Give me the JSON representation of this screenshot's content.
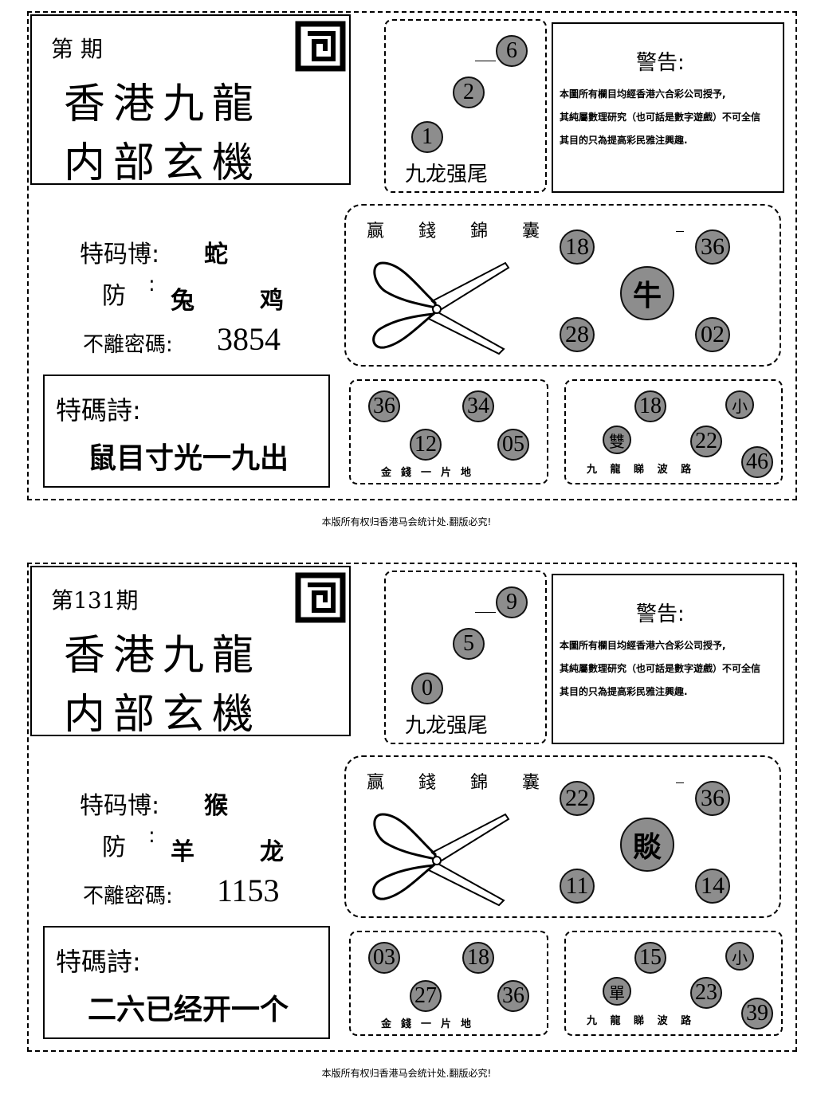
{
  "panels": [
    {
      "issue": "第  期",
      "title_line1": "香港九龍",
      "title_line2": "内部玄機",
      "tail": {
        "numbers": [
          "6",
          "2",
          "1"
        ],
        "label": "九龙强尾"
      },
      "warning": {
        "heading": "警告:",
        "lines": [
          "本圖所有欄目均經香港六合彩公司授予,",
          "其純屬數理研究（也可話是數字遊戲）不可全信",
          "其目的只為提高彩民雅注興趣."
        ]
      },
      "special": {
        "bet_label": "特码博:",
        "bet_value": "蛇",
        "guard_label": "防",
        "guard_colon": ":",
        "guard_values": [
          "兔",
          "鸡"
        ],
        "fixed_label": "不離密碼:",
        "fixed_value": "3854"
      },
      "bag": {
        "caption": "赢 錢 錦 囊",
        "numbers": [
          "18",
          "36",
          "28",
          "02"
        ],
        "center": "牛"
      },
      "poem": {
        "label": "特碼詩:",
        "text": "鼠目寸光一九出"
      },
      "land": {
        "numbers": [
          "36",
          "34",
          "12",
          "05"
        ],
        "caption": "金錢一片地"
      },
      "wave": {
        "numbers": [
          "18",
          "22",
          "46"
        ],
        "small": "小",
        "parity": "雙",
        "caption": "九 龍 睇 波 路"
      },
      "footer": "本版所有权归香港马会统计处.翻版必究!"
    },
    {
      "issue": "第131期",
      "title_line1": "香港九龍",
      "title_line2": "内部玄機",
      "tail": {
        "numbers": [
          "9",
          "5",
          "0"
        ],
        "label": "九龙强尾"
      },
      "warning": {
        "heading": "警告:",
        "lines": [
          "本圖所有欄目均經香港六合彩公司授予,",
          "其純屬數理研究（也可話是數字遊戲）不可全信",
          "其目的只為提高彩民雅注興趣."
        ]
      },
      "special": {
        "bet_label": "特码博:",
        "bet_value": "猴",
        "guard_label": "防",
        "guard_colon": ":",
        "guard_values": [
          "羊",
          "龙"
        ],
        "fixed_label": "不離密碼:",
        "fixed_value": "1153"
      },
      "bag": {
        "caption": "赢 錢 錦 囊",
        "numbers": [
          "22",
          "36",
          "11",
          "14"
        ],
        "center": "賧"
      },
      "poem": {
        "label": "特碼詩:",
        "text": "二六已经开一个"
      },
      "land": {
        "numbers": [
          "03",
          "18",
          "27",
          "36"
        ],
        "caption": "金錢一片地"
      },
      "wave": {
        "numbers": [
          "15",
          "23",
          "39"
        ],
        "small": "小",
        "parity": "單",
        "caption": "九 龍 睇 波 路"
      },
      "footer": "本版所有权归香港马会统计处.翻版必究!"
    }
  ],
  "colors": {
    "ball": "#8d8d8d",
    "ink": "#000000",
    "paper": "#ffffff"
  },
  "icons": [
    "scissors-icon",
    "spiral-logo-icon"
  ]
}
